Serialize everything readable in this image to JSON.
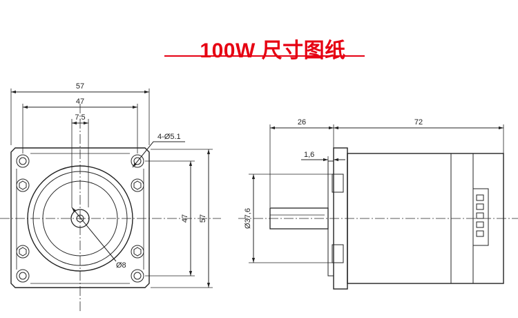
{
  "title": "100W 尺寸图纸",
  "colors": {
    "title": "#e60012",
    "line": "#222222"
  },
  "front_view": {
    "width_outer": "57",
    "hole_spacing": "47",
    "shaft_offset": "7,5",
    "holes": "4-Ø5.1",
    "hole_spacing_vertical": "47",
    "height_outer": "57",
    "shaft_diameter": "Ø8"
  },
  "side_view": {
    "shaft_length": "26",
    "body_length": "72",
    "flange_step": "1,6",
    "pilot_diameter": "Ø37,6"
  }
}
